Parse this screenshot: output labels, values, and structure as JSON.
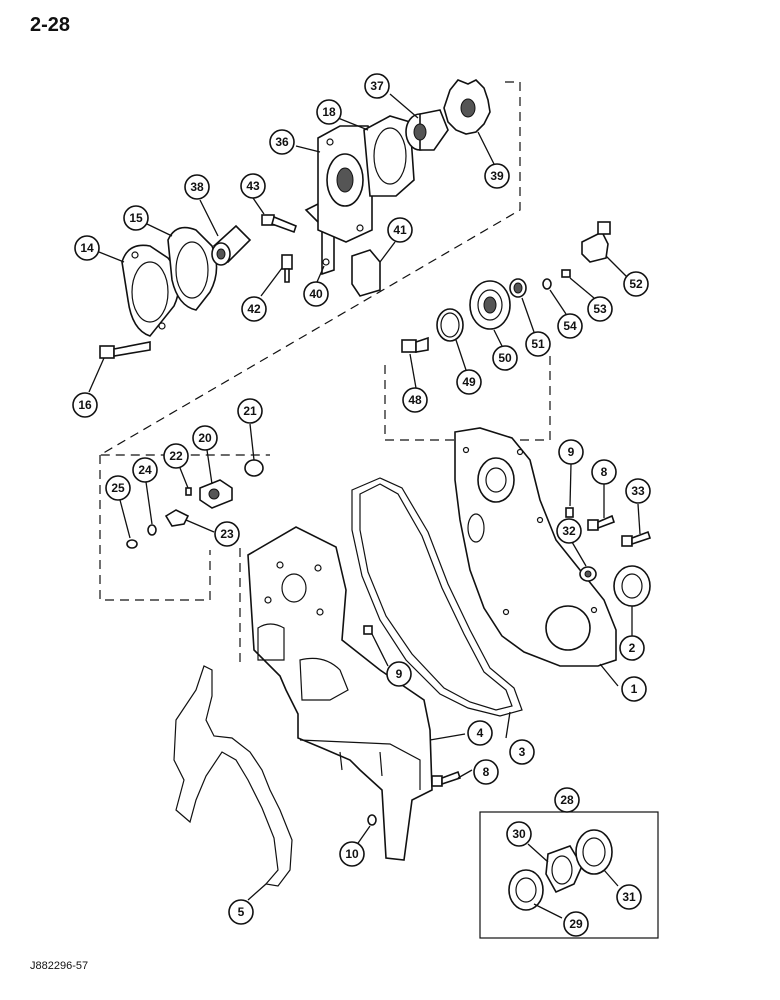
{
  "page": {
    "number": "2-28",
    "figure_code": "J882296-57"
  },
  "callouts": [
    {
      "id": "c1",
      "label": "1"
    },
    {
      "id": "c2",
      "label": "2"
    },
    {
      "id": "c3",
      "label": "3"
    },
    {
      "id": "c4",
      "label": "4"
    },
    {
      "id": "c5",
      "label": "5"
    },
    {
      "id": "c8a",
      "label": "8"
    },
    {
      "id": "c8b",
      "label": "8"
    },
    {
      "id": "c9a",
      "label": "9"
    },
    {
      "id": "c9b",
      "label": "9"
    },
    {
      "id": "c10",
      "label": "10"
    },
    {
      "id": "c14",
      "label": "14"
    },
    {
      "id": "c15",
      "label": "15"
    },
    {
      "id": "c16",
      "label": "16"
    },
    {
      "id": "c18",
      "label": "18"
    },
    {
      "id": "c20",
      "label": "20"
    },
    {
      "id": "c21",
      "label": "21"
    },
    {
      "id": "c22",
      "label": "22"
    },
    {
      "id": "c23",
      "label": "23"
    },
    {
      "id": "c24",
      "label": "24"
    },
    {
      "id": "c25",
      "label": "25"
    },
    {
      "id": "c28",
      "label": "28"
    },
    {
      "id": "c29",
      "label": "29"
    },
    {
      "id": "c30",
      "label": "30"
    },
    {
      "id": "c31",
      "label": "31"
    },
    {
      "id": "c32",
      "label": "32"
    },
    {
      "id": "c33",
      "label": "33"
    },
    {
      "id": "c36",
      "label": "36"
    },
    {
      "id": "c37",
      "label": "37"
    },
    {
      "id": "c38",
      "label": "38"
    },
    {
      "id": "c39",
      "label": "39"
    },
    {
      "id": "c40",
      "label": "40"
    },
    {
      "id": "c41",
      "label": "41"
    },
    {
      "id": "c42",
      "label": "42"
    },
    {
      "id": "c43",
      "label": "43"
    },
    {
      "id": "c48",
      "label": "48"
    },
    {
      "id": "c49",
      "label": "49"
    },
    {
      "id": "c50",
      "label": "50"
    },
    {
      "id": "c51",
      "label": "51"
    },
    {
      "id": "c52",
      "label": "52"
    },
    {
      "id": "c53",
      "label": "53"
    },
    {
      "id": "c54",
      "label": "54"
    }
  ]
}
